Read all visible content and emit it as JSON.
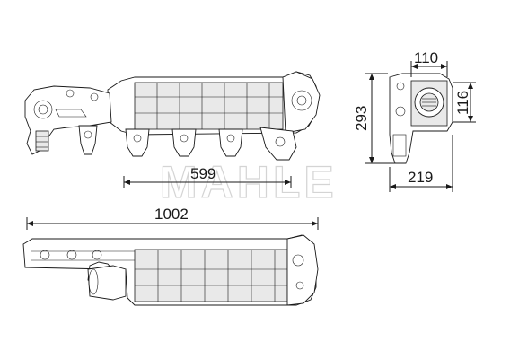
{
  "brand": {
    "watermark": "MAHLE"
  },
  "dimensions": {
    "width_top": "110",
    "height_side": "116",
    "height_total": "293",
    "depth": "219",
    "flange_spacing": "599",
    "overall_length": "1002"
  },
  "colors": {
    "line": "#1a1a1a",
    "shade": "#e9e9e9",
    "watermark": "#d4d4d4"
  }
}
